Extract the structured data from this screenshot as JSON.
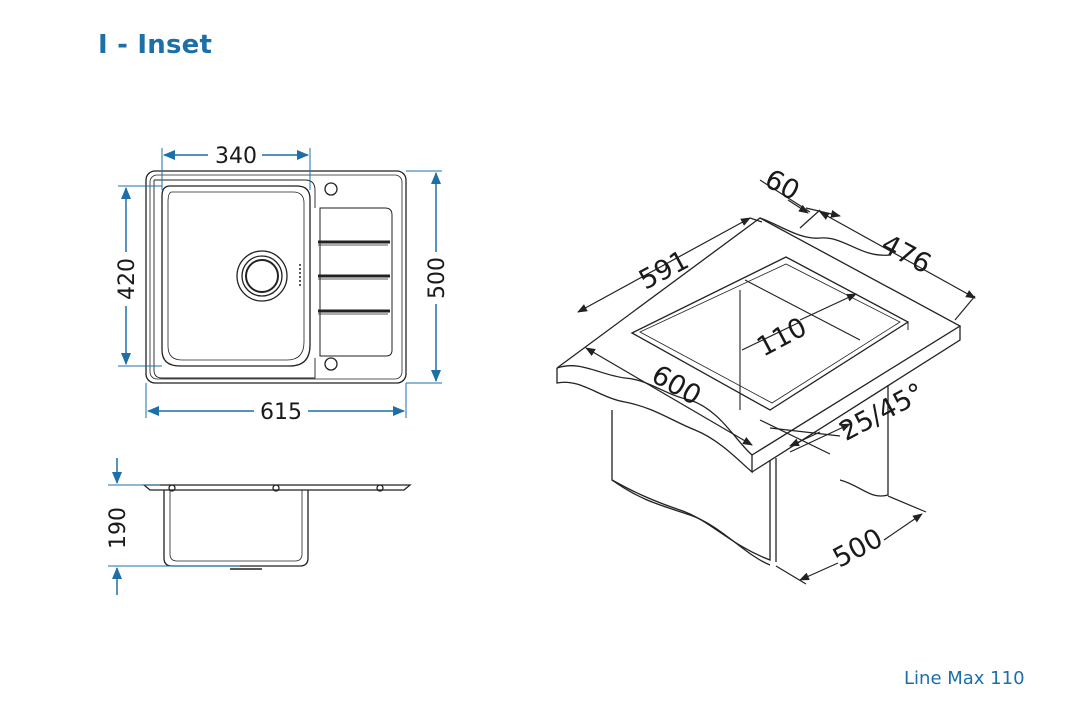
{
  "title": "I - Inset",
  "model": "Line Max 110",
  "colors": {
    "accent": "#1d6fa8",
    "dimension_line": "#1d6fa8",
    "outline": "#222222"
  },
  "top_view": {
    "bowl_width": "340",
    "bowl_depth": "420",
    "overall_width": "615",
    "overall_depth": "500"
  },
  "side_view": {
    "bowl_height": "190"
  },
  "iso_view": {
    "offset": "60",
    "cutout_width": "591",
    "cutout_depth": "476",
    "worktop_width": "600",
    "edge_distance": "110",
    "corner_radius": "25/45°",
    "cabinet_depth": "500"
  }
}
